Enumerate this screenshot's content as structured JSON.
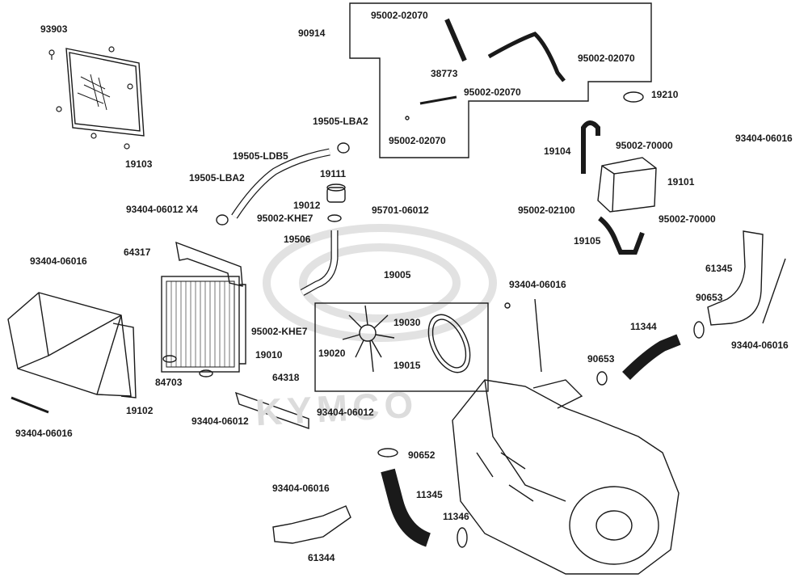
{
  "watermark": {
    "brand": "KYMCO"
  },
  "labels": [
    {
      "id": "93903",
      "text": "93903"
    },
    {
      "id": "19103",
      "text": "19103"
    },
    {
      "id": "90914",
      "text": "90914"
    },
    {
      "id": "95002-02070-a",
      "text": "95002-02070"
    },
    {
      "id": "95002-02070-b",
      "text": "95002-02070"
    },
    {
      "id": "38773",
      "text": "38773"
    },
    {
      "id": "95002-02070-c",
      "text": "95002-02070"
    },
    {
      "id": "95002-02070-d",
      "text": "95002-02070"
    },
    {
      "id": "19210",
      "text": "19210"
    },
    {
      "id": "19505-LBA2-a",
      "text": "19505-LBA2"
    },
    {
      "id": "19505-LDB5",
      "text": "19505-LDB5"
    },
    {
      "id": "19505-LBA2-b",
      "text": "19505-LBA2"
    },
    {
      "id": "19111",
      "text": "19111"
    },
    {
      "id": "19012",
      "text": "19012"
    },
    {
      "id": "95002-KHE7-a",
      "text": "95002-KHE7"
    },
    {
      "id": "95701-06012",
      "text": "95701-06012"
    },
    {
      "id": "19506",
      "text": "19506"
    },
    {
      "id": "93404-06012-x4",
      "text": "93404-06012 X4"
    },
    {
      "id": "64317",
      "text": "64317"
    },
    {
      "id": "93404-06016-a",
      "text": "93404-06016"
    },
    {
      "id": "95002-KHE7-b",
      "text": "95002-KHE7"
    },
    {
      "id": "19010",
      "text": "19010"
    },
    {
      "id": "84703",
      "text": "84703"
    },
    {
      "id": "19102",
      "text": "19102"
    },
    {
      "id": "93404-06016-b",
      "text": "93404-06016"
    },
    {
      "id": "93404-06012-a",
      "text": "93404-06012"
    },
    {
      "id": "64318",
      "text": "64318"
    },
    {
      "id": "93404-06012-b",
      "text": "93404-06012"
    },
    {
      "id": "19005",
      "text": "19005"
    },
    {
      "id": "19030",
      "text": "19030"
    },
    {
      "id": "19020",
      "text": "19020"
    },
    {
      "id": "19015",
      "text": "19015"
    },
    {
      "id": "19104",
      "text": "19104"
    },
    {
      "id": "95002-70000-a",
      "text": "95002-70000"
    },
    {
      "id": "19101",
      "text": "19101"
    },
    {
      "id": "95002-02100",
      "text": "95002-02100"
    },
    {
      "id": "95002-70000-b",
      "text": "95002-70000"
    },
    {
      "id": "19105",
      "text": "19105"
    },
    {
      "id": "93404-06016-c",
      "text": "93404-06016"
    },
    {
      "id": "61345",
      "text": "61345"
    },
    {
      "id": "90653-a",
      "text": "90653"
    },
    {
      "id": "93404-06016-d",
      "text": "93404-06016"
    },
    {
      "id": "93404-06016-e",
      "text": "93404-06016"
    },
    {
      "id": "11344",
      "text": "11344"
    },
    {
      "id": "90653-b",
      "text": "90653"
    },
    {
      "id": "90652",
      "text": "90652"
    },
    {
      "id": "11345",
      "text": "11345"
    },
    {
      "id": "11346",
      "text": "11346"
    },
    {
      "id": "93404-06016-f",
      "text": "93404-06016"
    },
    {
      "id": "61344",
      "text": "61344"
    }
  ]
}
